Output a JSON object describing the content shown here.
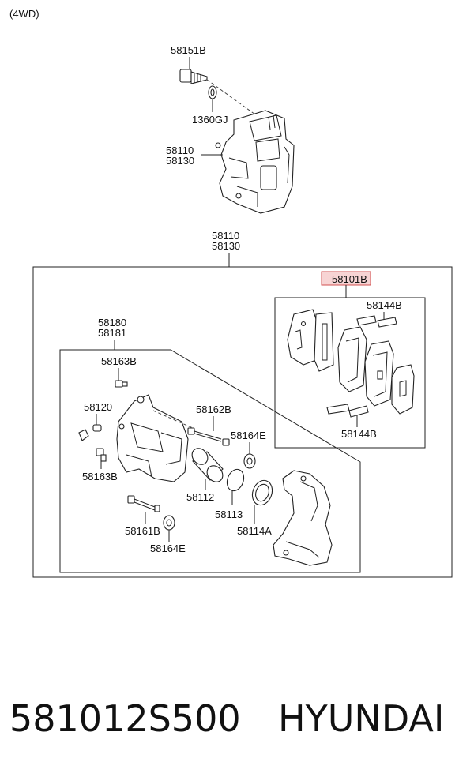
{
  "header": {
    "variant": "(4WD)"
  },
  "labels": {
    "bolt_top": "58151B",
    "washer_top": "1360GJ",
    "caliper_top_a": "58110",
    "caliper_top_b": "58130",
    "assembly_a": "58110",
    "assembly_b": "58130",
    "pad_kit": "58101B",
    "pad_clip_top": "58144B",
    "pad_clip_bottom": "58144B",
    "housing_a": "58180",
    "housing_b": "58181",
    "bolt_upper": "58163B",
    "bleeder": "58120",
    "bolt_lower": "58163B",
    "guide_pin": "58162B",
    "boot_right": "58164E",
    "piston": "58112",
    "seal": "58113",
    "dust_boot": "58114A",
    "guide_pin_lower": "58161B",
    "boot_lower": "58164E"
  },
  "footer": {
    "part_number": "581012S500",
    "brand": "HYUNDAI"
  },
  "colors": {
    "highlight_fill": "#f7d4d4",
    "highlight_stroke": "#d05050"
  }
}
